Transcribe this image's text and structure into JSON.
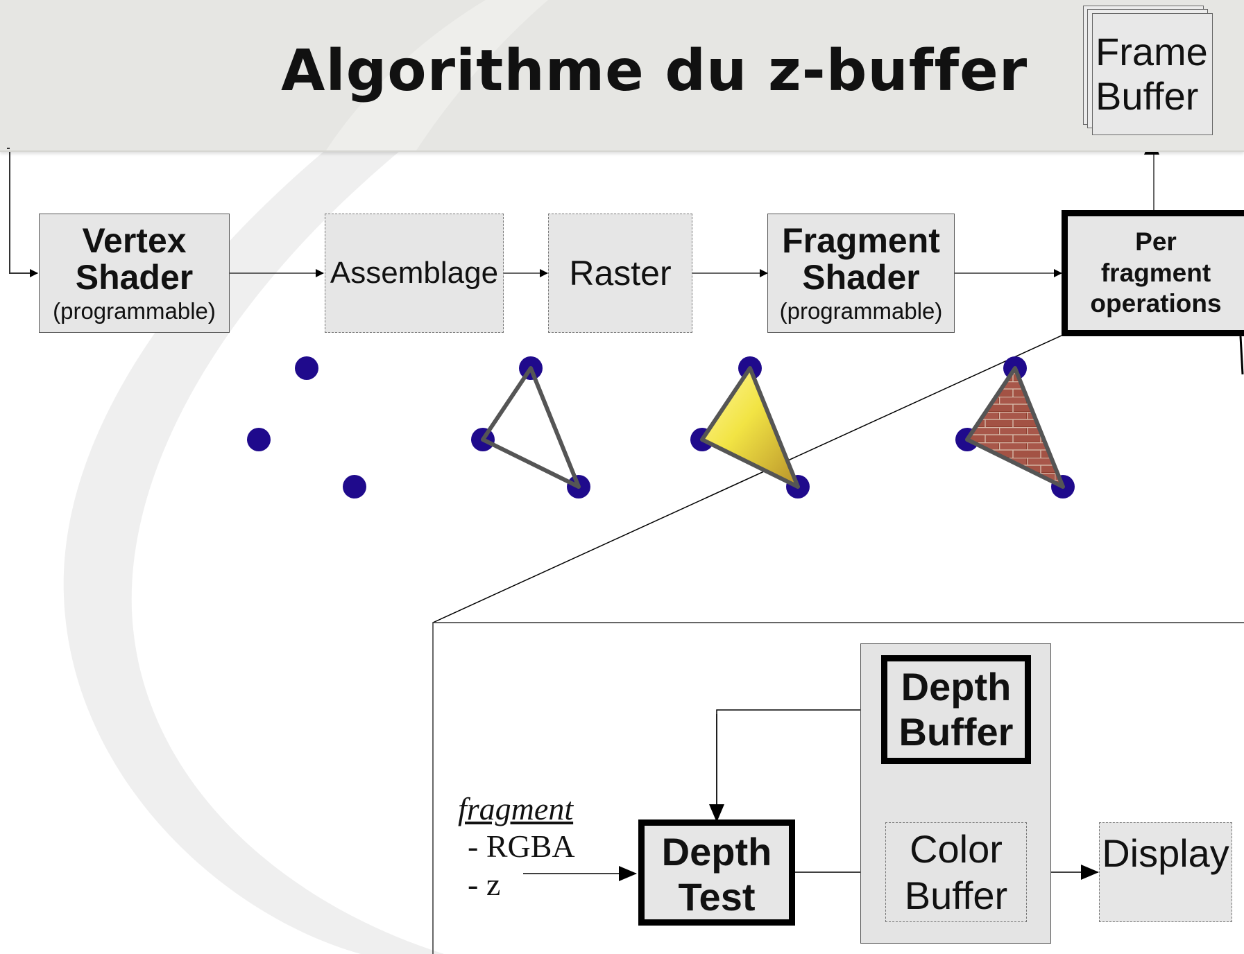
{
  "title": "Algorithme du z-buffer",
  "pipeline": {
    "vertex_shader": {
      "title_line1": "Vertex",
      "title_line2": "Shader",
      "subtitle": "(programmable)"
    },
    "assemblage": {
      "label": "Assemblage"
    },
    "raster": {
      "label": "Raster"
    },
    "fragment_shader": {
      "title_line1": "Fragment",
      "title_line2": "Shader",
      "subtitle": "(programmable)"
    },
    "per_fragment": {
      "line1": "Per",
      "line2": "fragment",
      "line3": "operations"
    },
    "frame_buffer": {
      "line1": "Frame",
      "line2": "Buffer"
    }
  },
  "detail": {
    "fragment": {
      "title": "fragment",
      "item1": "- RGBA",
      "item2": "- z"
    },
    "depth_test": {
      "line1": "Depth",
      "line2": "Test"
    },
    "depth_buffer": {
      "line1": "Depth",
      "line2": "Buffer"
    },
    "color_buffer": {
      "line1": "Color",
      "line2": "Buffer"
    },
    "display": {
      "label": "Display"
    }
  },
  "colors": {
    "vertex_dot": "#1f0a8c",
    "box_fill": "#e6e6e6",
    "title_band": "#e6e6e3",
    "triangle_outline": "#555555",
    "fill_yellow": "#f0e040",
    "fill_brick": "#9a4a3a"
  }
}
